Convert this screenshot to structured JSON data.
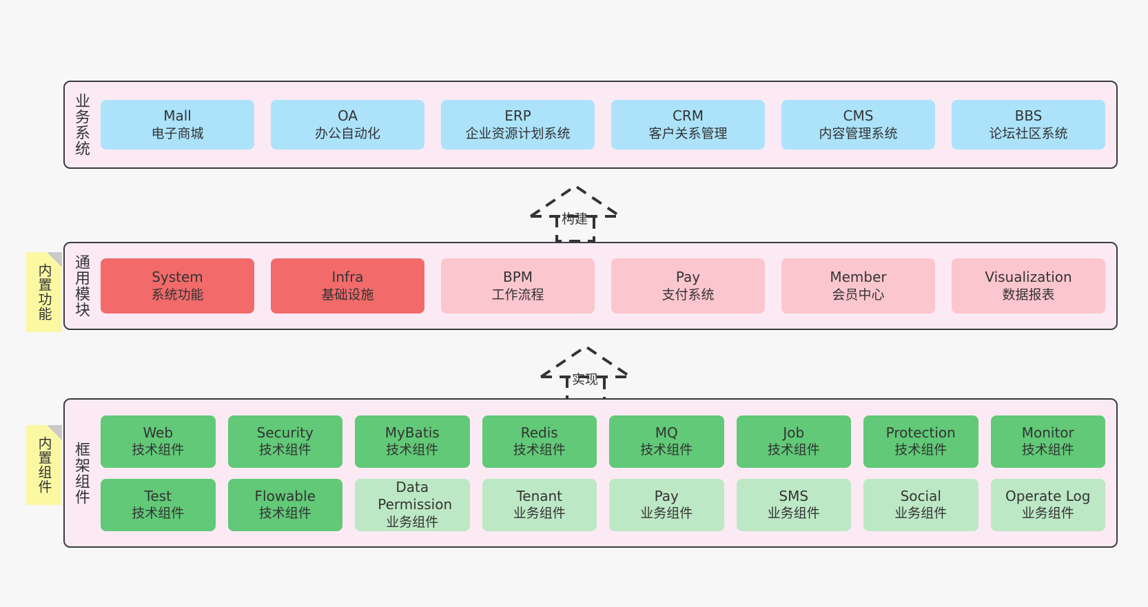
{
  "diagram": {
    "title_hidden": "",
    "background_color": "#f7f7f7",
    "layer_fill": "#fbeaf4",
    "layer_border": "#3a3a3a"
  },
  "notes": [
    {
      "name": "builtin-function-note",
      "text": "内置功能"
    },
    {
      "name": "builtin-component-note",
      "text": "内置组件"
    }
  ],
  "arrows": [
    {
      "name": "build-arrow",
      "label": "构建"
    },
    {
      "name": "implement-arrow",
      "label": "实现"
    }
  ],
  "layers": [
    {
      "id": "business-system",
      "title": "业务系统",
      "rows": [
        {
          "items": [
            {
              "name": "mall",
              "t1": "Mall",
              "t2": "电子商城",
              "color": "#ace3fb",
              "style": "blue"
            },
            {
              "name": "oa",
              "t1": "OA",
              "t2": "办公自动化",
              "color": "#ace3fb",
              "style": "blue"
            },
            {
              "name": "erp",
              "t1": "ERP",
              "t2": "企业资源计划系统",
              "color": "#ace3fb",
              "style": "blue"
            },
            {
              "name": "crm",
              "t1": "CRM",
              "t2": "客户关系管理",
              "color": "#ace3fb",
              "style": "blue"
            },
            {
              "name": "cms",
              "t1": "CMS",
              "t2": "内容管理系统",
              "color": "#ace3fb",
              "style": "blue"
            },
            {
              "name": "bbs",
              "t1": "BBS",
              "t2": "论坛社区系统",
              "color": "#ace3fb",
              "style": "blue"
            }
          ]
        }
      ]
    },
    {
      "id": "common-module",
      "title": "通用模块",
      "rows": [
        {
          "items": [
            {
              "name": "system",
              "t1": "System",
              "t2": "系统功能",
              "color": "#f26a6a",
              "style": "red"
            },
            {
              "name": "infra",
              "t1": "Infra",
              "t2": "基础设施",
              "color": "#f26a6a",
              "style": "red"
            },
            {
              "name": "bpm",
              "t1": "BPM",
              "t2": "工作流程",
              "color": "#fcc6ce",
              "style": "pink"
            },
            {
              "name": "pay",
              "t1": "Pay",
              "t2": "支付系统",
              "color": "#fcc6ce",
              "style": "pink"
            },
            {
              "name": "member",
              "t1": "Member",
              "t2": "会员中心",
              "color": "#fcc6ce",
              "style": "pink"
            },
            {
              "name": "visualization",
              "t1": "Visualization",
              "t2": "数据报表",
              "color": "#fcc6ce",
              "style": "pink"
            }
          ]
        }
      ]
    },
    {
      "id": "framework-component",
      "title": "框架组件",
      "rows": [
        {
          "items": [
            {
              "name": "web",
              "t1": "Web",
              "t2": "技术组件",
              "color": "#61c977",
              "style": "green"
            },
            {
              "name": "security",
              "t1": "Security",
              "t2": "技术组件",
              "color": "#61c977",
              "style": "green"
            },
            {
              "name": "mybatis",
              "t1": "MyBatis",
              "t2": "技术组件",
              "color": "#61c977",
              "style": "green"
            },
            {
              "name": "redis",
              "t1": "Redis",
              "t2": "技术组件",
              "color": "#61c977",
              "style": "green"
            },
            {
              "name": "mq",
              "t1": "MQ",
              "t2": "技术组件",
              "color": "#61c977",
              "style": "green"
            },
            {
              "name": "job",
              "t1": "Job",
              "t2": "技术组件",
              "color": "#61c977",
              "style": "green"
            },
            {
              "name": "protection",
              "t1": "Protection",
              "t2": "技术组件",
              "color": "#61c977",
              "style": "green"
            },
            {
              "name": "monitor",
              "t1": "Monitor",
              "t2": "技术组件",
              "color": "#61c977",
              "style": "green"
            }
          ]
        },
        {
          "items": [
            {
              "name": "test",
              "t1": "Test",
              "t2": "技术组件",
              "color": "#61c977",
              "style": "green"
            },
            {
              "name": "flowable",
              "t1": "Flowable",
              "t2": "技术组件",
              "color": "#61c977",
              "style": "green"
            },
            {
              "name": "data-permission",
              "t1": "Data Permission",
              "t2": "业务组件",
              "color": "#bde8c5",
              "style": "mint"
            },
            {
              "name": "tenant",
              "t1": "Tenant",
              "t2": "业务组件",
              "color": "#bde8c5",
              "style": "mint"
            },
            {
              "name": "pay-component",
              "t1": "Pay",
              "t2": "业务组件",
              "color": "#bde8c5",
              "style": "mint"
            },
            {
              "name": "sms",
              "t1": "SMS",
              "t2": "业务组件",
              "color": "#bde8c5",
              "style": "mint"
            },
            {
              "name": "social",
              "t1": "Social",
              "t2": "业务组件",
              "color": "#bde8c5",
              "style": "mint"
            },
            {
              "name": "operate-log",
              "t1": "Operate Log",
              "t2": "业务组件",
              "color": "#bde8c5",
              "style": "mint"
            }
          ]
        }
      ]
    }
  ]
}
